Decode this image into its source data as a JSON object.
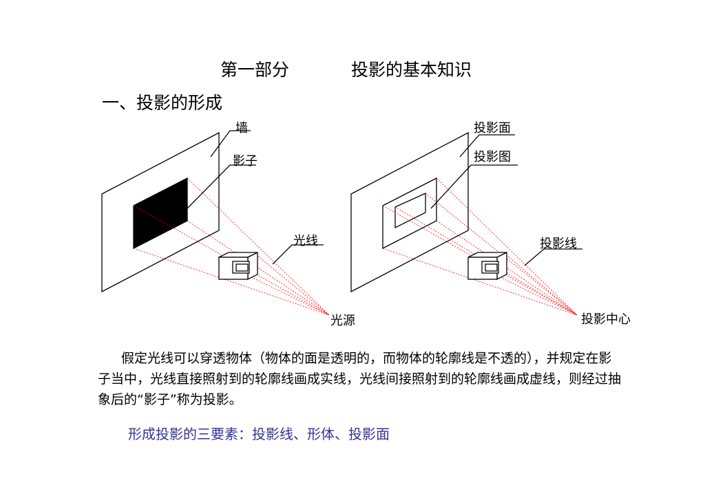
{
  "header": {
    "part": "第一部分",
    "topic": "投影的基本知识"
  },
  "section_title": "一、投影的形成",
  "left_figure": {
    "wall_label": "墙",
    "shadow_label": "影子",
    "ray_label": "光线",
    "source_label": "光源"
  },
  "right_figure": {
    "plane_label": "投影面",
    "image_label": "投影图",
    "ray_label": "投影线",
    "center_label": "投影中心"
  },
  "paragraph": "假定光线可以穿透物体（物体的面是透明的，而物体的轮廓线是不透的），并规定在影子当中，光线直接照射到的轮廓线画成实线，光线间接照射到的轮廓线画成虚线，则经过抽象后的“影子”称为投影。",
  "summary": "形成投影的三要素：投影线、形体、投影面",
  "colors": {
    "ray_color": "#ff0000",
    "summary_color": "#333399"
  }
}
